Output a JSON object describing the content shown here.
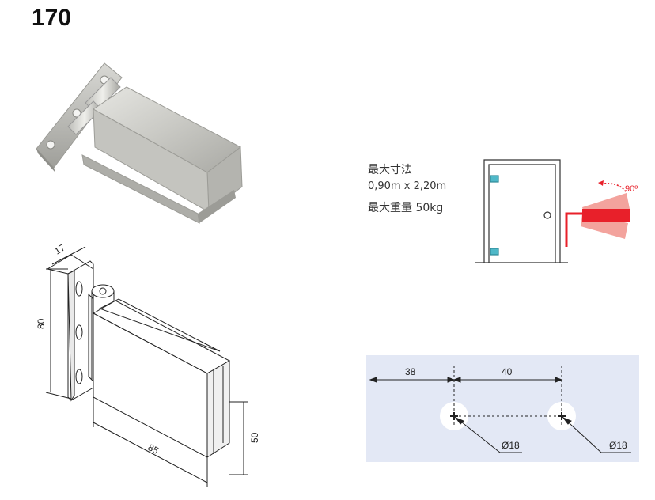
{
  "model_number": "170",
  "specs": {
    "max_size_label": "最大寸法",
    "max_size_value": "0,90m x 2,20m",
    "max_weight": "最大重量 50kg"
  },
  "door_diagram": {
    "angle_label": "90º",
    "accent_color": "#e8202a",
    "hinge_color": "#4fb8c8"
  },
  "hinge_dims": {
    "depth": "17",
    "height": "80",
    "length": "85",
    "glass_height": "50"
  },
  "hole_layout": {
    "edge_offset": "38",
    "spacing": "40",
    "hole_left": "Ø18",
    "hole_right": "Ø18",
    "background": "#e3e8f5"
  }
}
